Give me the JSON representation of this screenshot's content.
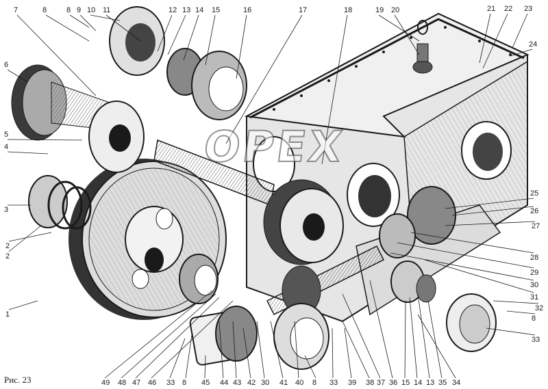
{
  "figure": {
    "caption": "Рис. 23",
    "watermark": "OPEX"
  },
  "callouts": [
    "1",
    "2",
    "2",
    "3",
    "4",
    "5",
    "6",
    "7",
    "8",
    "8",
    "9",
    "10",
    "11",
    "12",
    "13",
    "14",
    "15",
    "16",
    "17",
    "18",
    "19",
    "20",
    "21",
    "22",
    "23",
    "24",
    "25",
    "26",
    "27",
    "28",
    "29",
    "30",
    "31",
    "32",
    "8",
    "33",
    "34",
    "35",
    "13",
    "14",
    "15",
    "36",
    "37",
    "38",
    "39",
    "33",
    "8",
    "40",
    "41",
    "30",
    "42",
    "43",
    "44",
    "45",
    "8",
    "33",
    "46",
    "47",
    "48",
    "49"
  ],
  "colors": {
    "ink": "#1a1a1a",
    "paper": "#ffffff",
    "shade": "#8a8a8a"
  }
}
